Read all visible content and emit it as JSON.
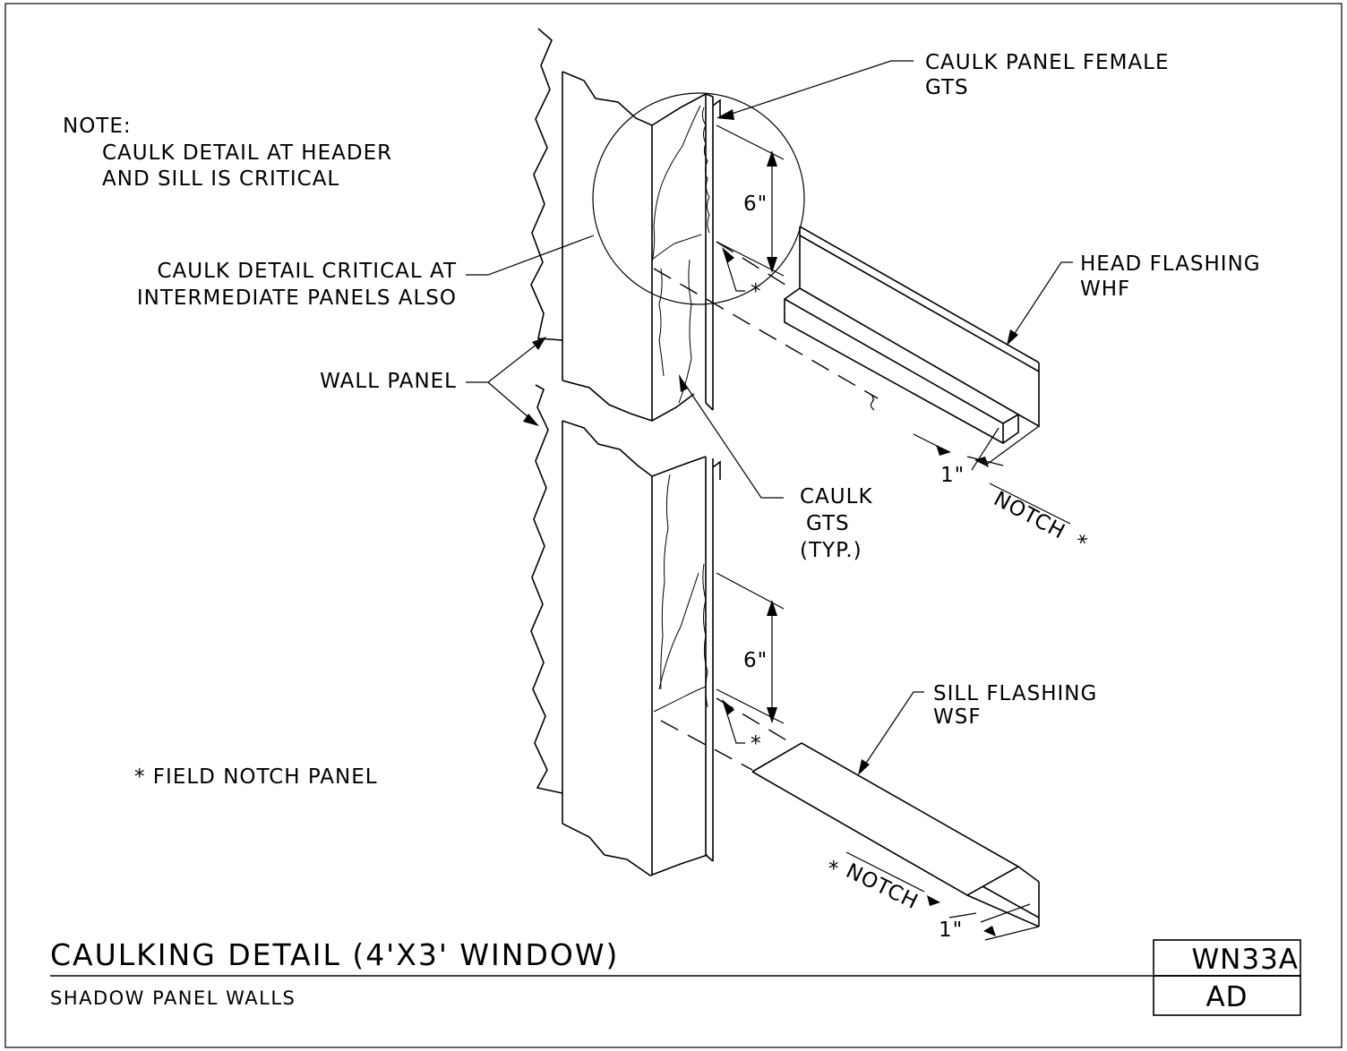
{
  "note": {
    "heading": "NOTE:",
    "line1": "CAULK DETAIL AT HEADER",
    "line2": "AND SILL IS CRITICAL"
  },
  "callouts": {
    "caulk_female_1": "CAULK PANEL FEMALE",
    "caulk_female_2": "GTS",
    "intermediate_1": "CAULK DETAIL CRITICAL AT",
    "intermediate_2": "INTERMEDIATE PANELS ALSO",
    "wall_panel": "WALL PANEL",
    "head_flashing_1": "HEAD FLASHING",
    "head_flashing_2": "WHF",
    "caulk_1": "CAULK",
    "caulk_2": "GTS",
    "caulk_3": "(TYP.)",
    "sill_flashing_1": "SILL FLASHING",
    "sill_flashing_2": "WSF",
    "field_notch": "* FIELD NOTCH PANEL"
  },
  "dimensions": {
    "upper_height": "6\"",
    "lower_height": "6\"",
    "head_notch_width": "1\"",
    "sill_notch_width": "1\"",
    "notch_label": "NOTCH",
    "star": "*"
  },
  "title_block": {
    "title": "CAULKING DETAIL (4'X3' WINDOW)",
    "subtitle": "SHADOW PANEL WALLS",
    "drawing_number": "WN33A",
    "revision": "AD"
  }
}
